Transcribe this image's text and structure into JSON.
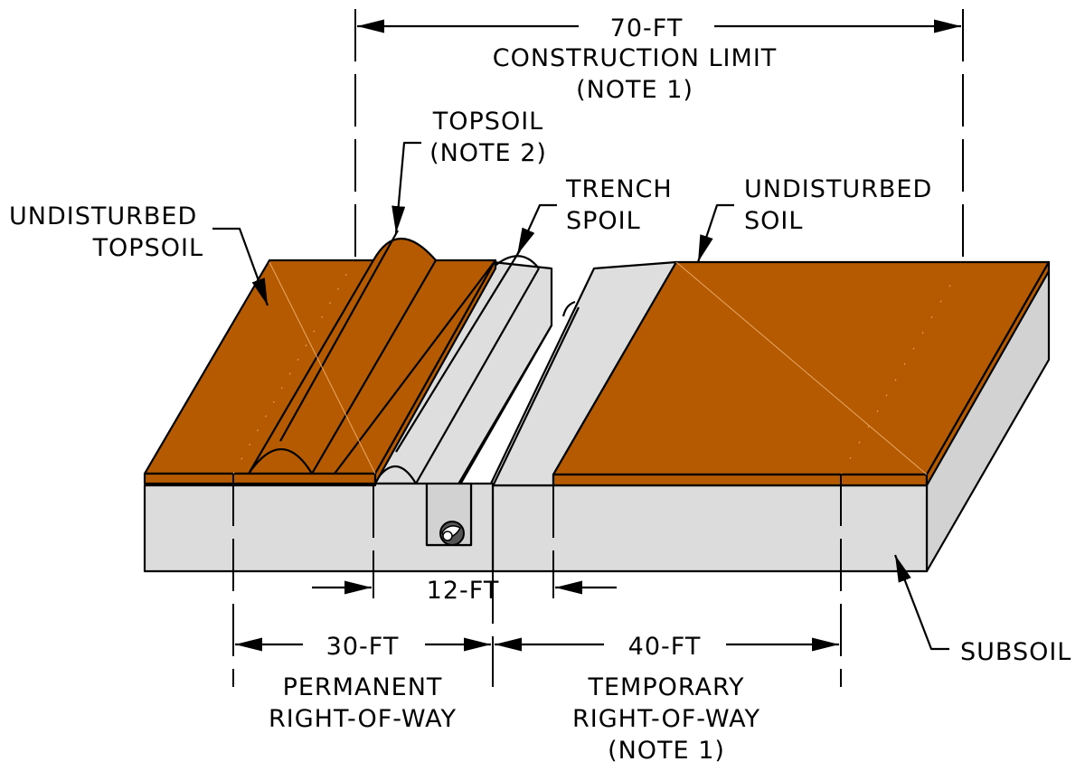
{
  "colors": {
    "topsoil": "#b65a00",
    "subsoil_front": "#dcdcdc",
    "subsoil_side": "#d2d2d2",
    "spoil": "#dedede",
    "line": "#000000",
    "background": "#ffffff"
  },
  "labels": {
    "construction_limit_dim": "70-FT",
    "construction_limit_1": "CONSTRUCTION LIMIT",
    "construction_limit_2": "(NOTE 1)",
    "topsoil_pile_1": "TOPSOIL",
    "topsoil_pile_2": "(NOTE 2)",
    "trench_spoil_1": "TRENCH",
    "trench_spoil_2": "SPOIL",
    "undisturbed_topsoil_1": "UNDISTURBED",
    "undisturbed_topsoil_2": "TOPSOIL",
    "undisturbed_soil_1": "UNDISTURBED",
    "undisturbed_soil_2": "SOIL",
    "subsoil": "SUBSOIL",
    "trench_width_dim": "12-FT",
    "permanent_dim": "30-FT",
    "temporary_dim": "40-FT",
    "permanent_1": "PERMANENT",
    "permanent_2": "RIGHT-OF-WAY",
    "temporary_1": "TEMPORARY",
    "temporary_2": "RIGHT-OF-WAY",
    "temporary_3": "(NOTE 1)"
  }
}
